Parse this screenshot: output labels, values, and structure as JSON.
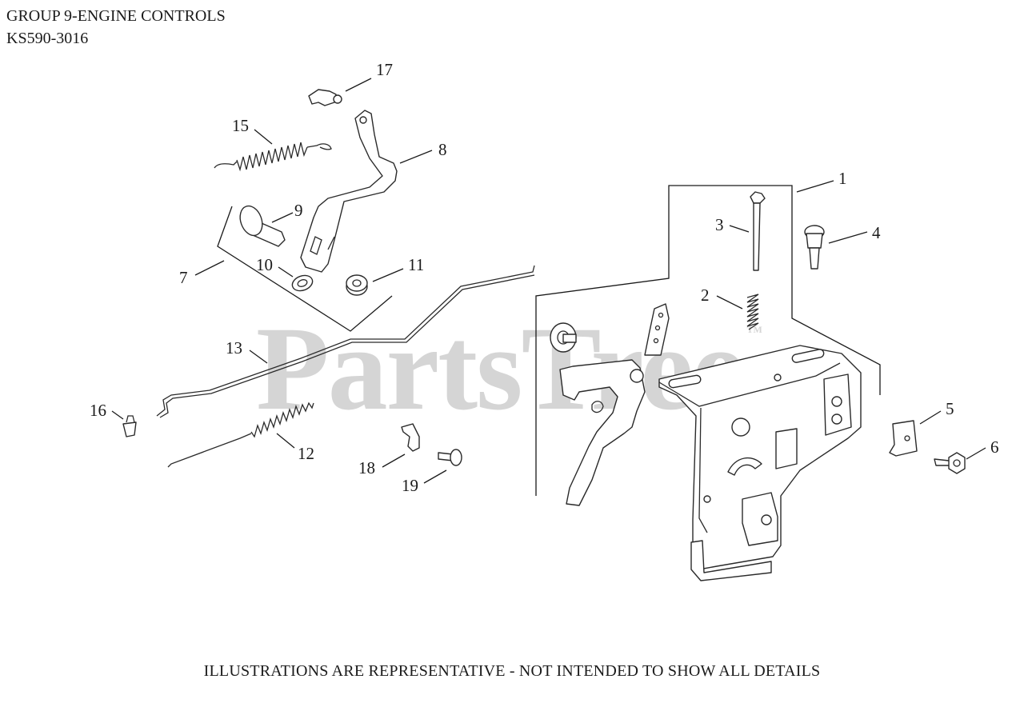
{
  "header": {
    "group_title": "GROUP 9-ENGINE CONTROLS",
    "model": "KS590-3016"
  },
  "watermark": {
    "text": "PartsTree",
    "trademark": "TM"
  },
  "footer": {
    "note": "ILLUSTRATIONS ARE REPRESENTATIVE - NOT INTENDED TO SHOW ALL DETAILS"
  },
  "callouts": {
    "c1": "1",
    "c2": "2",
    "c3": "3",
    "c4": "4",
    "c5": "5",
    "c6": "6",
    "c7": "7",
    "c8": "8",
    "c9": "9",
    "c10": "10",
    "c11": "11",
    "c12": "12",
    "c13": "13",
    "c15": "15",
    "c16": "16",
    "c17": "17",
    "c18": "18",
    "c19": "19"
  }
}
